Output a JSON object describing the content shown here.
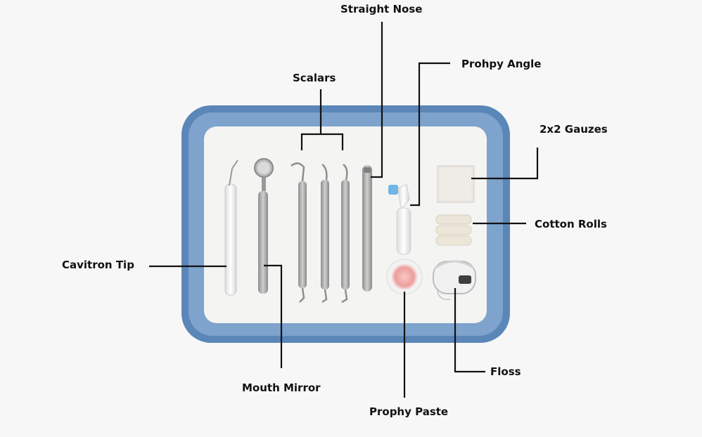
{
  "labels": {
    "straight_nose": "Straight Nose",
    "scalars": "Scalars",
    "prophy_angle": "Prohpy Angle",
    "gauzes": "2x2 Gauzes",
    "cotton_rolls": "Cotton Rolls",
    "cavitron_tip": "Cavitron Tip",
    "mouth_mirror": "Mouth Mirror",
    "floss": "Floss",
    "prophy_paste": "Prophy Paste"
  },
  "colors": {
    "tray_outer": "#5b86b8",
    "tray_inner": "#f4f4f2",
    "steel": "#a9a9a9",
    "cotton": "#ece6d9",
    "paste": "#f0a5a5",
    "prophy_cup": "#6fb6e6",
    "leader_line": "#111111"
  }
}
